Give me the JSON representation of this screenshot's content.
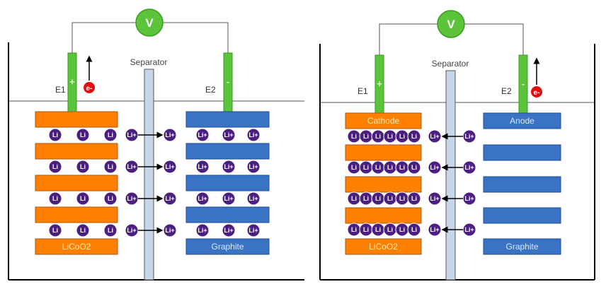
{
  "colors": {
    "cathode": "#ff8000",
    "anode": "#3a73c4",
    "electrode": "#5cc43a",
    "atom": "#4a1f80",
    "electron": "#e01010",
    "separator": "#c7d6ea"
  },
  "panels": [
    {
      "voltmeter": "V",
      "e1": "E1",
      "e2": "E2",
      "plus": "+",
      "minus": "-",
      "separator": "Separator",
      "electron": "e-",
      "cathode_top_label": "",
      "cathode_bottom_label": "LiCoO2",
      "anode_top_label": "",
      "anode_bottom_label": "Graphite",
      "cathode_atom": "Li",
      "ion": "Li+",
      "direction": "right",
      "anode_filled": true
    },
    {
      "voltmeter": "V",
      "e1": "E1",
      "e2": "E2",
      "plus": "+",
      "minus": "-",
      "separator": "Separator",
      "electron": "e-",
      "cathode_top_label": "Cathode",
      "cathode_bottom_label": "LiCoO2",
      "anode_top_label": "Anode",
      "anode_bottom_label": "Graphite",
      "cathode_atom": "Li",
      "ion": "Li+",
      "direction": "left",
      "anode_filled": false
    }
  ]
}
